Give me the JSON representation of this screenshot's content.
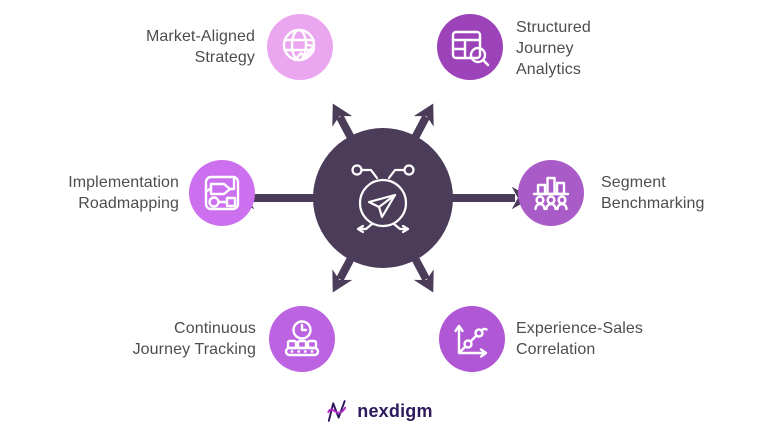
{
  "title": "Hub and spoke capability diagram",
  "center": {
    "icon": "network-navigation-icon",
    "color": "#4b3c59"
  },
  "spokes": [
    {
      "id": "market-aligned-strategy",
      "label": "Market-Aligned\nStrategy",
      "icon": "globe-growth-icon",
      "color": "#ebA6f0",
      "side": "left"
    },
    {
      "id": "structured-journey-analytics",
      "label": "Structured\nJourney\nAnalytics",
      "icon": "table-search-icon",
      "color": "#9c43ba",
      "side": "right"
    },
    {
      "id": "implementation-roadmapping",
      "label": "Implementation\nRoadmapping",
      "icon": "roadmap-icon",
      "color": "#cd70f0",
      "side": "left"
    },
    {
      "id": "segment-benchmarking",
      "label": "Segment\nBenchmarking",
      "icon": "bar-chart-people-icon",
      "color": "#a95bc8",
      "side": "right"
    },
    {
      "id": "continuous-journey-tracking",
      "label": "Continuous\nJourney Tracking",
      "icon": "clock-conveyor-icon",
      "color": "#bc63e2",
      "side": "left"
    },
    {
      "id": "experience-sales-correlation",
      "label": "Experience-Sales\nCorrelation",
      "icon": "correlation-chart-icon",
      "color": "#af57d4",
      "side": "right"
    }
  ],
  "logo": {
    "text": "nexdigm"
  },
  "colors": {
    "hub": "#4b3c59",
    "label_text": "#4d4d4d",
    "logo_text": "#2f1a5e",
    "logo_accent": "#b429c8",
    "background": "#ffffff"
  }
}
